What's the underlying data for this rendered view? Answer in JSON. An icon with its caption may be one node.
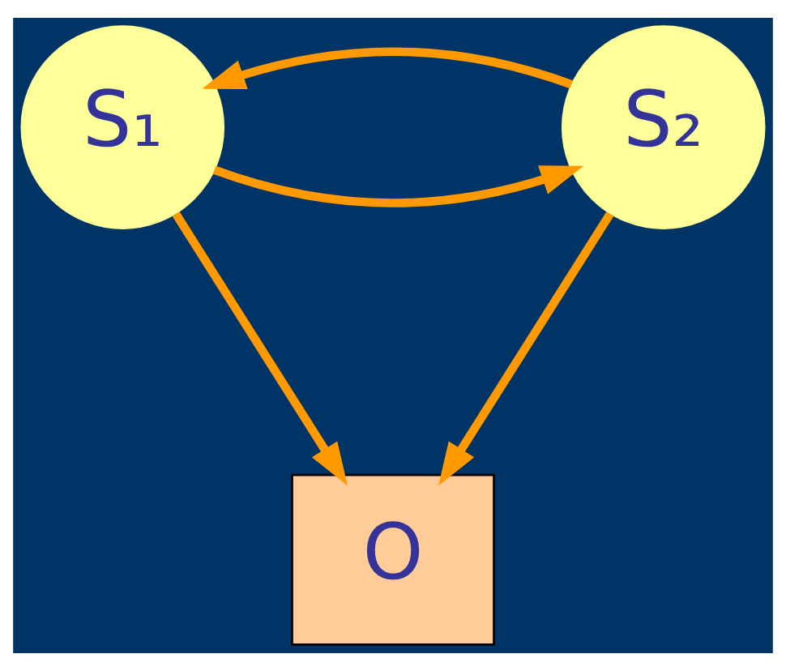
{
  "diagram": {
    "nodes": [
      {
        "text": [
          "S₁"
        ]
      },
      {
        "text": [
          "S₂"
        ]
      },
      {
        "text": [
          "O"
        ]
      }
    ],
    "edges": [
      {
        "from": 0,
        "to": 1,
        "arrow": "to"
      },
      {
        "from": 1,
        "to": 0,
        "arrow": "to"
      },
      {
        "from": 0,
        "to": 2,
        "arrow": "to"
      },
      {
        "from": 1,
        "to": 2,
        "arrow": "to"
      }
    ]
  }
}
